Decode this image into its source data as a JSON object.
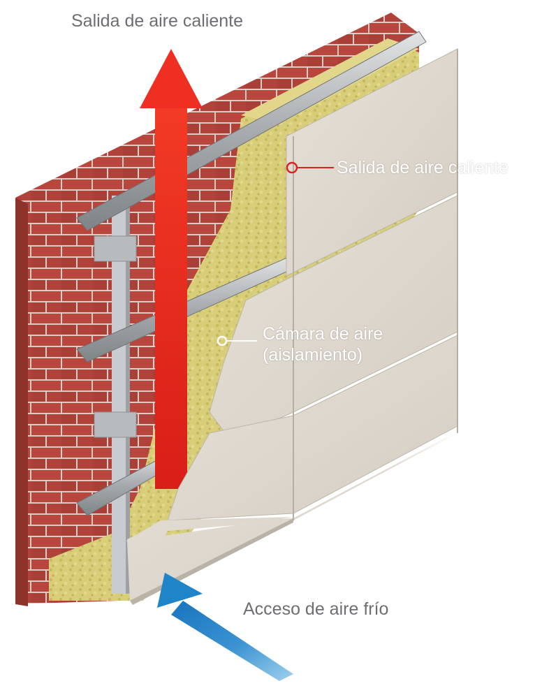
{
  "labels": {
    "top_outlet": "Salida de aire caliente",
    "panel_outlet": "Salida de aire caliente",
    "air_chamber_line1": "Cámara de aire",
    "air_chamber_line2": "(aislamiento)",
    "cold_air_inlet": "Acceso de aire frío"
  },
  "colors": {
    "brick": "#b8463d",
    "mortar": "#d9cfc8",
    "insulation": "#d9cf7a",
    "rail": "#a9acae",
    "panel": "#dcd6cc",
    "hot_arrow": "#e8221c",
    "cold_arrow": "#1f84c8",
    "text_grey": "#6d6e71",
    "callout_red": "#d8261f"
  }
}
